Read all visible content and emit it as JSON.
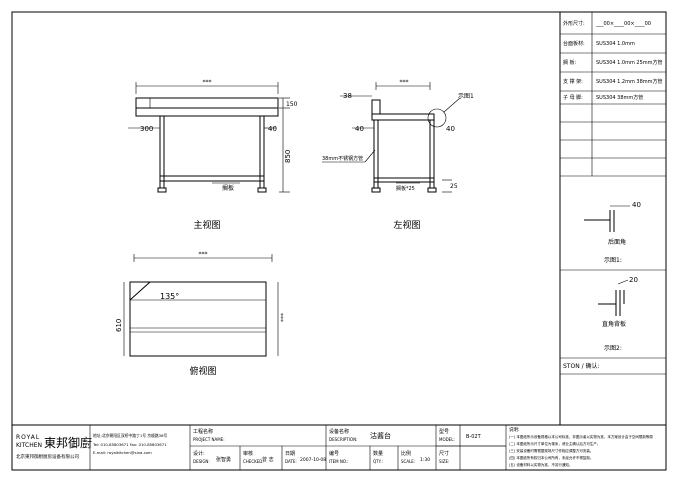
{
  "views": {
    "front": {
      "caption": "主视图",
      "dim_width": "***",
      "dim_depth": "300",
      "dim_top": "40",
      "dim_height": "850",
      "dim_back": "150",
      "shelf_note": "搁板"
    },
    "side": {
      "caption": "左视图",
      "dim_width": "***",
      "dim_splash": "38",
      "dim_left": "40",
      "dim_right": "40",
      "callout": "示图1",
      "tube_note": "38mm不锈钢方管",
      "shelf_note": "搁板*25",
      "dim_foot": "25"
    },
    "top": {
      "caption": "俯视图",
      "dim_width": "***",
      "dim_angle": "135°",
      "dim_depth": "610",
      "dim_right": "***"
    }
  },
  "spec": {
    "rows": [
      {
        "label": "外形尺寸:",
        "value": "___00×____00×____00"
      },
      {
        "label": "台面板材:",
        "value": "SUS304 1.0mm"
      },
      {
        "label": "搁  板:",
        "value": "SUS304 1.0mm 25mm方管"
      },
      {
        "label": "支 撑 架:",
        "value": "SUS304 1.2mm 38mm方管"
      },
      {
        "label": "子 母 脚:",
        "value": "SUS304  38mm方管"
      }
    ],
    "detail1_label": "示图1:",
    "detail1_dim": "40",
    "detail1_text": "后面角",
    "detail2_label": "示图2:",
    "detail2_dim": "20",
    "detail2_text": "直角背板",
    "sign_label": "STON / 确认:"
  },
  "titleblock": {
    "logo_en_top": "ROYAL",
    "logo_en_bottom": "KITCHEN",
    "logo_cn": "東邦御廚",
    "company_sub": "北京東邦御厨厨房设备有限公司",
    "address": "地址:北京朝阳区双桥中路丁1号  京顺路38号",
    "contact1": "Tel: 010-85803671  Fax: 010-85803671",
    "contact2": "E-mail: royalkitchen@sina.com",
    "project_label": "工程名称",
    "project_en": "PROJECT NAME:",
    "design_label": "设计:",
    "design_en": "DESIGN:",
    "designer": "张智勇",
    "check_label": "审核",
    "check_en": "CHECKED:",
    "checker": "曾 志",
    "date_label": "日期",
    "date_en": "DATE:",
    "date_value": "2007-10-08",
    "device_label": "设备名称",
    "device_en": "DESCRIPTION:",
    "device_value": "沽酱台",
    "item_label": "编号",
    "item_en": "ITEM NO.:",
    "qty_label": "数量",
    "qty_en": "QTY.:",
    "scale_label": "比例",
    "scale_en": "SCALE:",
    "scale_value": "1:30",
    "model_label": "型号",
    "model_en": "MODEL:",
    "model_value": "B-02T",
    "size_label": "尺寸",
    "size_en": "SIZE:",
    "note_title": "说明:",
    "notes": [
      "(一) 本图纸所示设备规格以本公司标准，非图示者以实物为准，本方案设计由于空间限制等原",
      "(二) 本图纸所示尺寸单位为毫米，请业主确认后方可生产。",
      "(三) 安装设备时需根据现场尺寸作相应调整方可安装。",
      "(四) 本图纸所有权归本公司所有，未经允许不得复制。",
      "(五) 设备材料以实物为准，不另行通知。"
    ]
  }
}
